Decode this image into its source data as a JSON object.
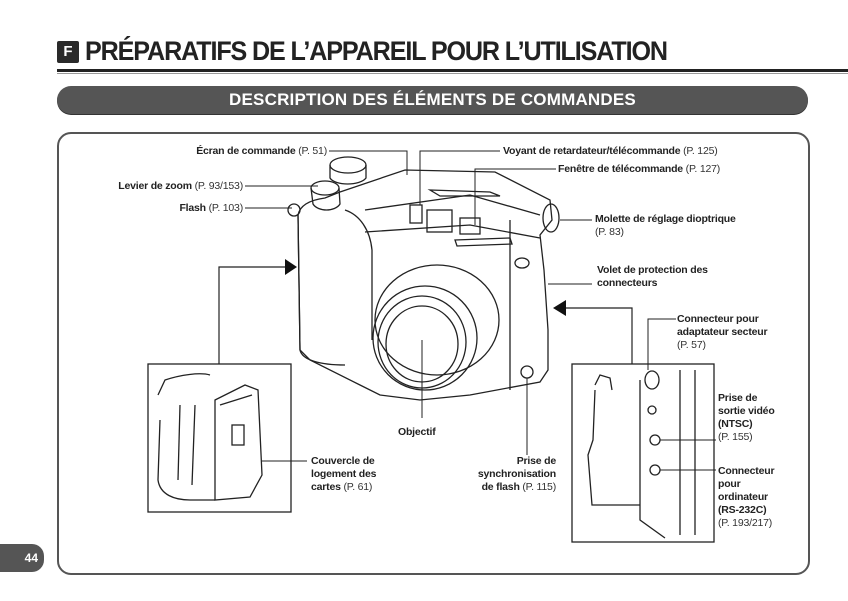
{
  "header": {
    "badge": "F",
    "title": "PRÉPARATIFS DE L’APPAREIL POUR L’UTILISATION"
  },
  "section": {
    "title": "DESCRIPTION DES ÉLÉMENTS DE COMMANDES"
  },
  "labels": {
    "ecran": {
      "text": "Écran de commande",
      "page": "(P. 51)"
    },
    "levier": {
      "text": "Levier de zoom",
      "page": "(P. 93/153)"
    },
    "flash": {
      "text": "Flash",
      "page": "(P. 103)"
    },
    "voyant": {
      "text": "Voyant de retardateur/télécommande",
      "page": "(P. 125)"
    },
    "fenetre": {
      "text": "Fenêtre de télécommande",
      "page": "(P. 127)"
    },
    "molette": {
      "line1": "Molette de réglage dioptrique",
      "page": "(P. 83)"
    },
    "volet": {
      "line1": "Volet de protection des",
      "line2": "connecteurs"
    },
    "connecteur_secteur": {
      "line1": "Connecteur pour",
      "line2": "adaptateur secteur",
      "page": "(P. 57)"
    },
    "video": {
      "line1": "Prise de",
      "line2": "sortie vidéo",
      "line3": "(NTSC)",
      "page": "(P. 155)"
    },
    "ordinateur": {
      "line1": "Connecteur",
      "line2": "pour",
      "line3": "ordinateur",
      "line4": "(RS-232C)",
      "page": "(P. 193/217)"
    },
    "objectif": {
      "text": "Objectif"
    },
    "couvercle": {
      "line1": "Couvercle de",
      "line2": "logement des",
      "line3": "cartes",
      "page": "(P. 61)"
    },
    "sync": {
      "line1": "Prise de",
      "line2": "synchronisation",
      "line3": "de flash",
      "page": "(P. 115)"
    }
  },
  "footer": {
    "page_number": "44"
  }
}
